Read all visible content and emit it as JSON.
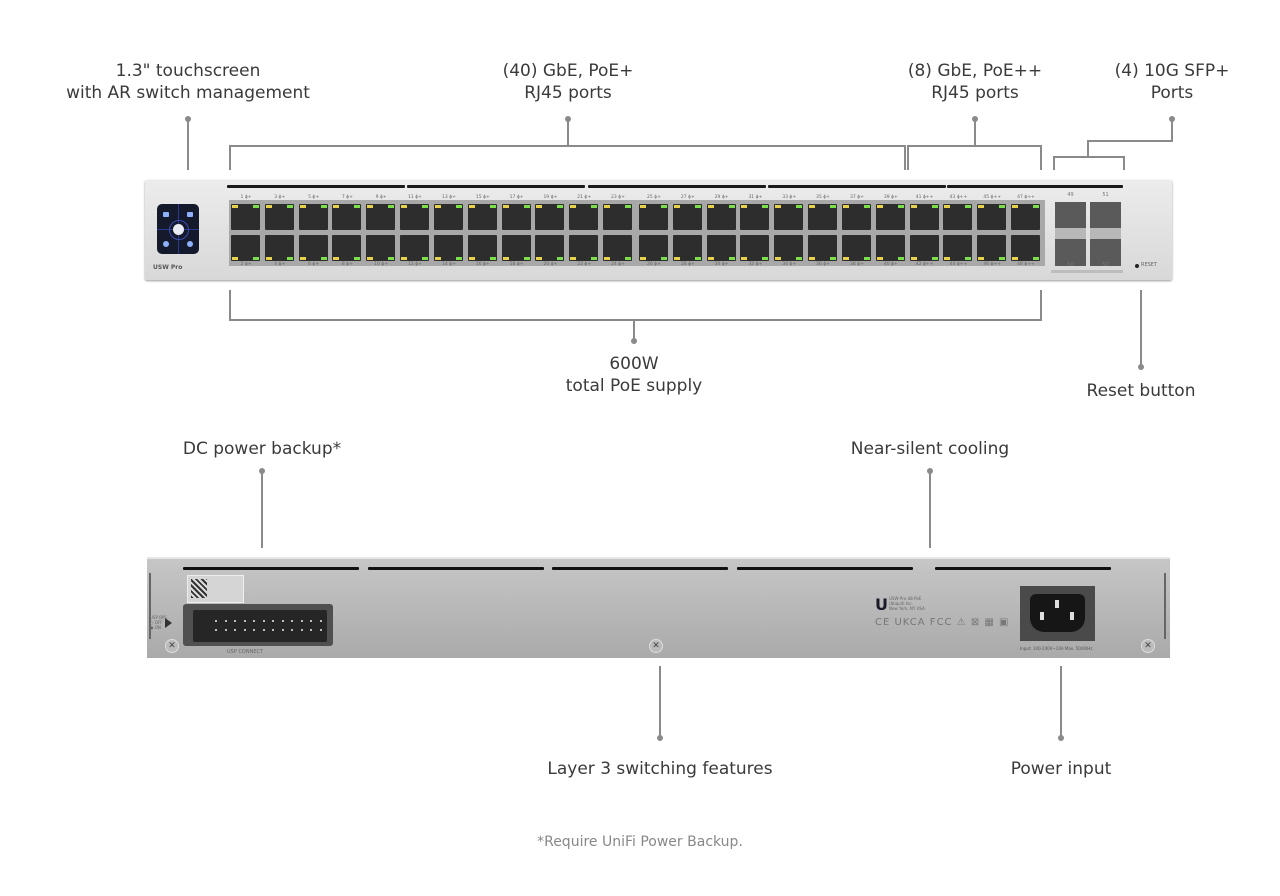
{
  "front_callouts": {
    "touchscreen": [
      "1.3\" touchscreen",
      "with AR switch management"
    ],
    "poe_plus_ports": [
      "(40) GbE, PoE+",
      "RJ45 ports"
    ],
    "poe_plusplus_ports": [
      "(8) GbE, PoE++",
      "RJ45 ports"
    ],
    "sfp_ports": [
      "(4) 10G SFP+",
      "Ports"
    ],
    "poe_budget": [
      "600W",
      "total PoE supply"
    ],
    "reset": "Reset button"
  },
  "rear_callouts": {
    "dc_backup": "DC power backup*",
    "cooling": "Near-silent cooling",
    "layer3": "Layer 3 switching features",
    "power_input": "Power input"
  },
  "footnote": "*Require UniFi Power Backup.",
  "device": {
    "model": "USW Pro",
    "sfp_labels": {
      "top": [
        "49",
        "51"
      ],
      "bottom": [
        "50",
        "52"
      ]
    },
    "reset_label": "RESET",
    "dc_connector_label": "USP CONNECT",
    "iec_label": "Input: 100-240V~10A Max. 50/60Hz",
    "cert_marks": "CE UKCA FCC ⚠ ⊠ ▦ ▣"
  },
  "colors": {
    "led_link": "#7ce04a",
    "led_poe": "#e8d24c",
    "leader_line": "#8a8a8a"
  }
}
